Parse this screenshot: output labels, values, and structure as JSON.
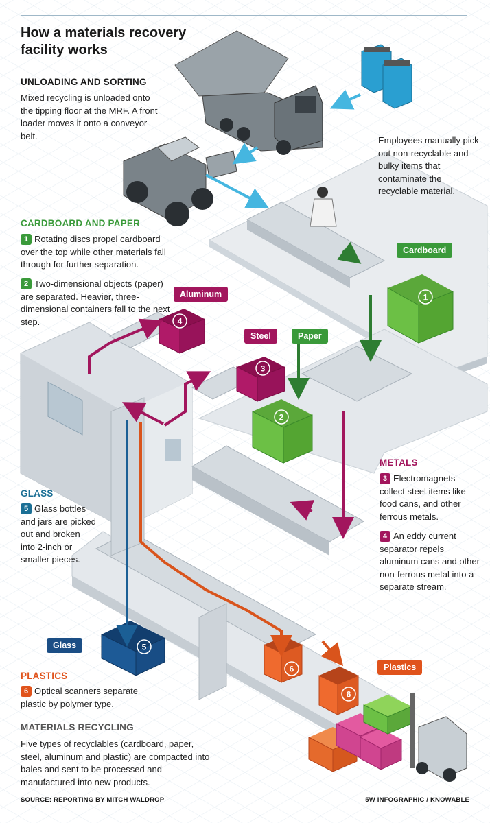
{
  "title": "How a materials recovery facility works",
  "sections": {
    "unloading": {
      "heading": "UNLOADING AND SORTING",
      "body": "Mixed recycling is unloaded onto the tipping floor at the MRF. A front loader moves it onto a conveyor belt."
    },
    "employees": {
      "body": "Employees manually pick out non-recyclable and bulky items that contaminate the recyclable material."
    },
    "cardboard_paper": {
      "heading": "CARDBOARD AND PAPER",
      "step1_num": "1",
      "step1": "Rotating discs propel cardboard over the top while other materials fall through for further separation.",
      "step2_num": "2",
      "step2": "Two-dimensional objects (paper) are separated. Heavier, three-dimensional containers fall to the next step."
    },
    "metals": {
      "heading": "METALS",
      "step3_num": "3",
      "step3": "Electromagnets collect steel items like food cans, and other ferrous metals.",
      "step4_num": "4",
      "step4": "An eddy current separator repels aluminum cans and other non-ferrous metal into a separate stream."
    },
    "glass": {
      "heading": "GLASS",
      "step5_num": "5",
      "step5": "Glass bottles and jars are picked out and broken into 2-inch or smaller pieces."
    },
    "plastics": {
      "heading": "PLASTICS",
      "step6_num": "6",
      "step6": "Optical scanners separate plastic by polymer type."
    },
    "materials": {
      "heading": "MATERIALS RECYCLING",
      "body": "Five types of recyclables (cardboard, paper, steel, aluminum and plastic) are compacted into bales and sent to be processed and manufactured into new products."
    }
  },
  "labels": {
    "cardboard": "Cardboard",
    "aluminum": "Aluminum",
    "steel": "Steel",
    "paper": "Paper",
    "glass": "Glass",
    "plastics": "Plastics"
  },
  "bin_numbers": [
    "1",
    "2",
    "3",
    "4",
    "5",
    "6",
    "6"
  ],
  "footer": {
    "source": "SOURCE: REPORTING BY MITCH WALDROP",
    "credit": "5W INFOGRAPHIC / KNOWABLE"
  },
  "colors": {
    "green": "#3a9a3a",
    "purple": "#a2165d",
    "teal": "#1b6f95",
    "orange": "#e0531c",
    "arrow_blue": "#45b6e0"
  }
}
